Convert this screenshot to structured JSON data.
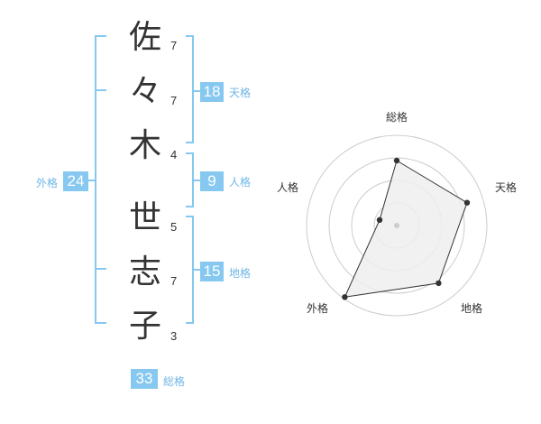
{
  "characters": [
    {
      "char": "佐",
      "strokes": "7"
    },
    {
      "char": "々",
      "strokes": "7"
    },
    {
      "char": "木",
      "strokes": "4"
    },
    {
      "char": "世",
      "strokes": "5"
    },
    {
      "char": "志",
      "strokes": "7"
    },
    {
      "char": "子",
      "strokes": "3"
    }
  ],
  "fortunes": {
    "tenkaku": {
      "value": "18",
      "label": "天格"
    },
    "jinkaku": {
      "value": "9",
      "label": "人格"
    },
    "chikaku": {
      "value": "15",
      "label": "地格"
    },
    "gaikaku": {
      "value": "24",
      "label": "外格"
    },
    "soukaku": {
      "value": "33",
      "label": "総格"
    }
  },
  "colors": {
    "accent": "#86c8f0",
    "bracket": "#86c8f0",
    "radar_fill": "#eeeeee",
    "radar_ring": "#cccccc"
  },
  "chart_data": {
    "type": "radar",
    "axes": [
      "総格",
      "天格",
      "地格",
      "外格",
      "人格"
    ],
    "values": [
      0.72,
      0.82,
      0.79,
      0.98,
      0.2
    ],
    "range": [
      0,
      1
    ],
    "rings": 4
  }
}
